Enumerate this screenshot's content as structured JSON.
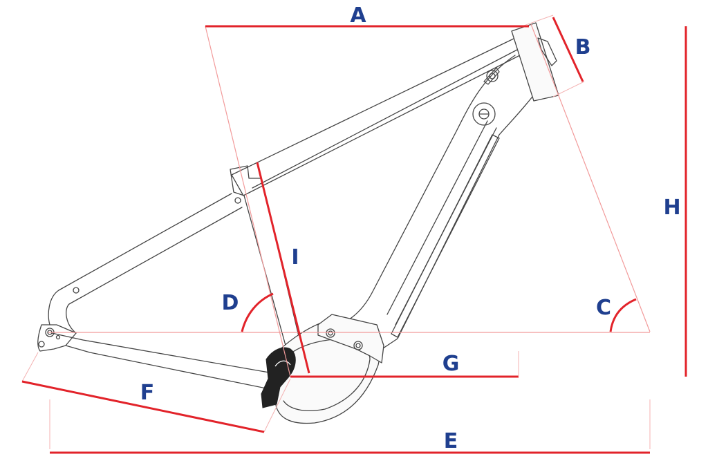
{
  "figure": {
    "labels": {
      "A": "A",
      "B": "B",
      "C": "C",
      "D": "D",
      "E": "E",
      "F": "F",
      "G": "G",
      "H": "H",
      "I": "I"
    }
  },
  "colors": {
    "dimension_line": "#e2232a",
    "guide_line": "#f29a9a",
    "label_text": "#1f3f8f",
    "frame_outline": "#444444"
  }
}
